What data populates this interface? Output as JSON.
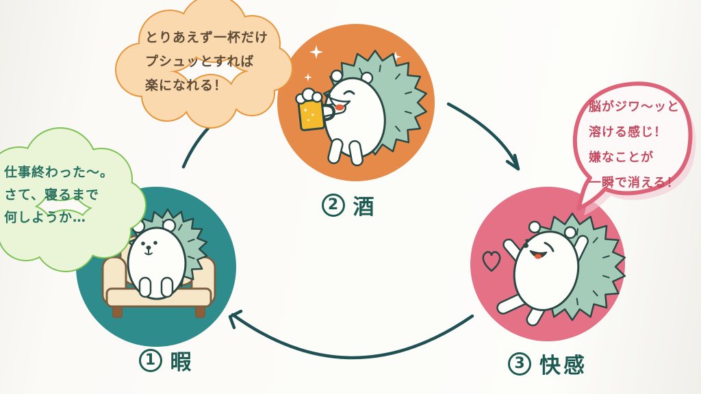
{
  "diagram": {
    "type": "cycle",
    "title": "",
    "nodes": [
      {
        "id": "boredom",
        "number": "1",
        "label": "暇",
        "circle_color": "#2F8C8D",
        "illustration": "hedgehog-sitting-on-couch"
      },
      {
        "id": "alcohol",
        "number": "2",
        "label": "酒",
        "circle_color": "#E68A49",
        "illustration": "hedgehog-holding-beer-mug"
      },
      {
        "id": "pleasure",
        "number": "3",
        "label": "快感",
        "circle_color": "#E57187",
        "illustration": "hedgehog-blissful-with-heart"
      }
    ],
    "arrows": [
      {
        "from": "boredom",
        "to": "alcohol"
      },
      {
        "from": "alcohol",
        "to": "pleasure"
      },
      {
        "from": "pleasure",
        "to": "boredom"
      }
    ]
  },
  "bubbles": {
    "boredom": {
      "style": "thought-cloud",
      "lines": [
        "仕事終わった〜。",
        "さて、寝るまで",
        "何しようか…"
      ],
      "fill": "#EAF5D8",
      "border": "#7CC153",
      "text_color": "#27705F"
    },
    "alcohol": {
      "style": "thought-cloud",
      "lines": [
        "とりあえず一杯だけ",
        "プシュッとすれば",
        "楽になれる！"
      ],
      "fill": "#FAD9AE",
      "border": "#E8953B",
      "text_color": "#5D4B36"
    },
    "pleasure": {
      "style": "speech-bubble",
      "lines": [
        "脳がジワ〜ッと",
        "溶ける感じ！",
        "嫌なことが",
        "一瞬で消える！"
      ],
      "fill": "#FEF9F9",
      "border": "#DD6478",
      "text_color": "#C44A5F"
    }
  },
  "colors": {
    "arrow": "#1F5054",
    "label_text": "#1D5B52",
    "outline": "#2B4744",
    "spikes": "#A5CCB9",
    "background": "#FBFAF7"
  }
}
